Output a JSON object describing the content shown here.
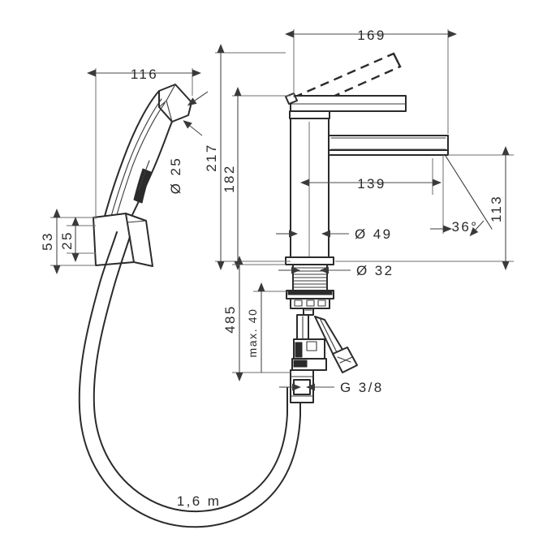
{
  "drawing": {
    "title": "Single lever basin mixer with bidette hand shower — dimensioned technical drawing",
    "units": "mm",
    "line_color": "#2b2b2b",
    "dimension_color": "#4a4a4a",
    "background": "#ffffff"
  },
  "dimensions": {
    "handshower_length": "116",
    "handshower_spray_dia": "Ø 25",
    "bracket_height": "53",
    "bracket_inner": "25",
    "spout_reach": "169",
    "total_height": "217",
    "spout_height": "182",
    "spout_center_reach": "139",
    "body_dia": "Ø 49",
    "shank_dia": "Ø 32",
    "aerator_drop": "113",
    "spray_angle": "36°",
    "shank_max_length": "485",
    "max_thickness": "max. 40",
    "connection_thread": "G 3/8",
    "hose_length": "1,6 m"
  },
  "parts": {
    "handshower": "bidette-hand-shower",
    "bracket": "wall-bracket",
    "mixer_body": "mixer-body-column",
    "lever_closed": "lever-closed-position",
    "lever_open": "lever-open-position",
    "spout": "spout",
    "threaded_shank": "threaded-shank",
    "valve_assembly": "valve-assembly",
    "connector": "g38-connector",
    "hose": "flexible-hose"
  }
}
